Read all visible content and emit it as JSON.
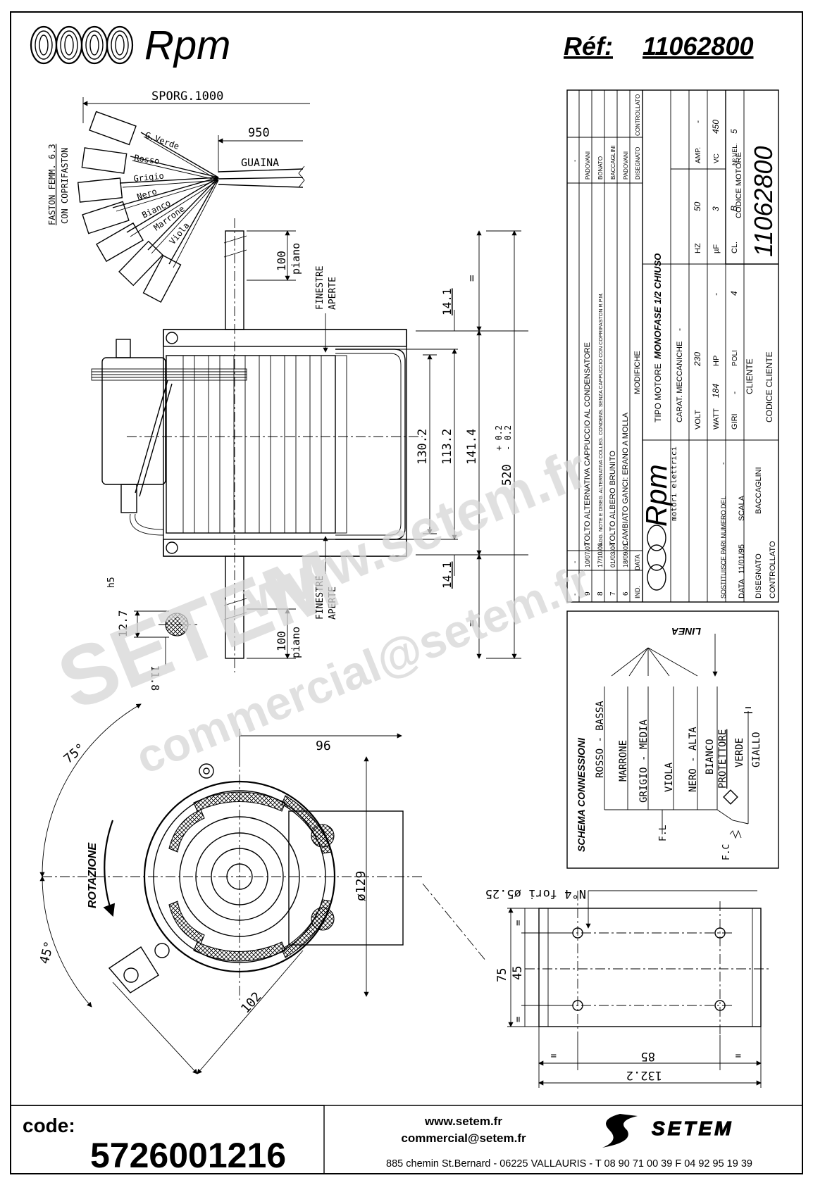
{
  "header": {
    "logo_text": "Rpm",
    "ref_label": "Réf:",
    "ref_value": "11062800"
  },
  "cables": {
    "sporg": "SPORG.1000",
    "sheath_len": "950",
    "sheath": "GUAINA",
    "faston_line1": "FASTON FEMM. 6.3",
    "faston_line2": "CON COPRIFASTON",
    "wires": [
      "G.Verde",
      "Rosso",
      "Grigio",
      "Nero",
      "Bianco",
      "Marrone",
      "Viola"
    ]
  },
  "side_view": {
    "d100_top": "100",
    "piano_top": "piano",
    "finestre_top": "FINESTRE",
    "aperte_top": "APERTE",
    "d14_1_top": "14.1",
    "eq_top": "=",
    "d130_2": "130.2",
    "d113_2": "113.2",
    "d141_4": "141.4",
    "d520": "520",
    "tol_plus": "+ 0.2",
    "tol_minus": "- 0.2",
    "d14_1_bot": "14.1",
    "eq_bot": "=",
    "finestre_bot": "FINESTRE",
    "aperte_bot": "APERTE",
    "d100_bot": "100",
    "piano_bot": "piano"
  },
  "shaft": {
    "tol": "h5",
    "d12_7": "12.7",
    "d11_8": "11.8"
  },
  "front_view": {
    "angle75": "75°",
    "angle45": "45°",
    "rotation": "ROTAZIONE",
    "d96": "96",
    "d129": "ø129",
    "d102": "102"
  },
  "bracket": {
    "holes": "N°4 fori ø5.25",
    "d75": "75",
    "d45": "45",
    "eq": "=",
    "d85": "85",
    "d132_2": "132.2"
  },
  "title_block": {
    "revisions": [
      {
        "ind": "-",
        "date": "-",
        "text": "",
        "by": "-"
      },
      {
        "ind": "9",
        "date": "10/07/07",
        "text": "TOLTO ALTERNATIVA CAPPUCCIO AL CONDENSATORE",
        "by": "PADOVANI"
      },
      {
        "ind": "8",
        "date": "17/10/06",
        "text": "AGG. NOTE E DISEG. ALTERNATIVA COLLEG. CONDENS. SENZA CAPPUCCIO CON COPRIFASTON R.P.M.",
        "by": "BONATO"
      },
      {
        "ind": "7",
        "date": "01/03/04",
        "text": "TOLTO ALBERO BRUNITO",
        "by": "BACCAGLINI"
      },
      {
        "ind": "6",
        "date": "18/09/01",
        "text": "CAMBIATO GANCI: ERANO A MOLLA",
        "by": "PADOVANI"
      }
    ],
    "col_ind": "IND.",
    "col_data": "DATA",
    "col_modifiche": "MODIFICHE",
    "col_disegnato": "DISEGNATO",
    "col_controllato": "CONTROLLATO",
    "logo_text": "Rpm",
    "logo_sub": "motori elettrici",
    "tipo_motore_label": "TIPO MOTORE",
    "tipo_motore_value": "MONOFASE 1/2 CHIUSO",
    "carat_label": "CARAT. MECCANICHE",
    "carat_value": "-",
    "volt_label": "VOLT",
    "volt_value": "230",
    "hz_label": "HZ",
    "hz_value": "50",
    "amp_label": "AMP.",
    "amp_value": "-",
    "watt_label": "WATT",
    "watt_value": "184",
    "hp_label": "HP",
    "hp_value": "-",
    "uf_label": "µF",
    "uf_value": "3",
    "vc_label": "VC",
    "vc_value": "450",
    "giri_label": "GIRI",
    "giri_value": "-",
    "poli_label": "POLI",
    "poli_value": "4",
    "cl_label": "CL.",
    "cl_value": "B",
    "nvel_label": "Nº VEL.",
    "nvel_value": "5",
    "sostituisce_label": "SOSTITUISCE PARI NUMERO DEL",
    "sostituisce_value": "-",
    "data_label": "DATA",
    "data_value": "11/01/95",
    "scala_label": "SCALA",
    "disegnato_label": "DISEGNATO",
    "disegnato_value": "BACCAGLINI",
    "controllato_label": "CONTROLLATO",
    "cliente_label": "CLIENTE",
    "codice_cliente_label": "CODICE CLIENTE",
    "codice_motore_label": "CODICE MOTORE",
    "codice_motore_value": "11062800"
  },
  "schema": {
    "title": "SCHEMA CONNESSIONI",
    "linea": "LINEA",
    "labels": [
      "ROSSO - BASSA",
      "MARRONE",
      "GRIGIO - MEDIA",
      "VIOLA",
      "NERO - ALTA",
      "BIANCO",
      "PROTETTORE",
      "VERDE",
      "GIALLO"
    ],
    "fl": "F.L",
    "fc": "F.C"
  },
  "watermark": {
    "line1": "www.setem.fr",
    "line2": "SETEM",
    "line3": "commercial@setem.fr"
  },
  "footer": {
    "code_label": "code:",
    "code_value": "5726001216",
    "website": "www.setem.fr",
    "email": "commercial@setem.fr",
    "brand": "SETEM",
    "address": "885 chemin St.Bernard  -  06225 VALLAURIS  -  T 08 90 71 00 39  F 04 92 95 19 39"
  }
}
